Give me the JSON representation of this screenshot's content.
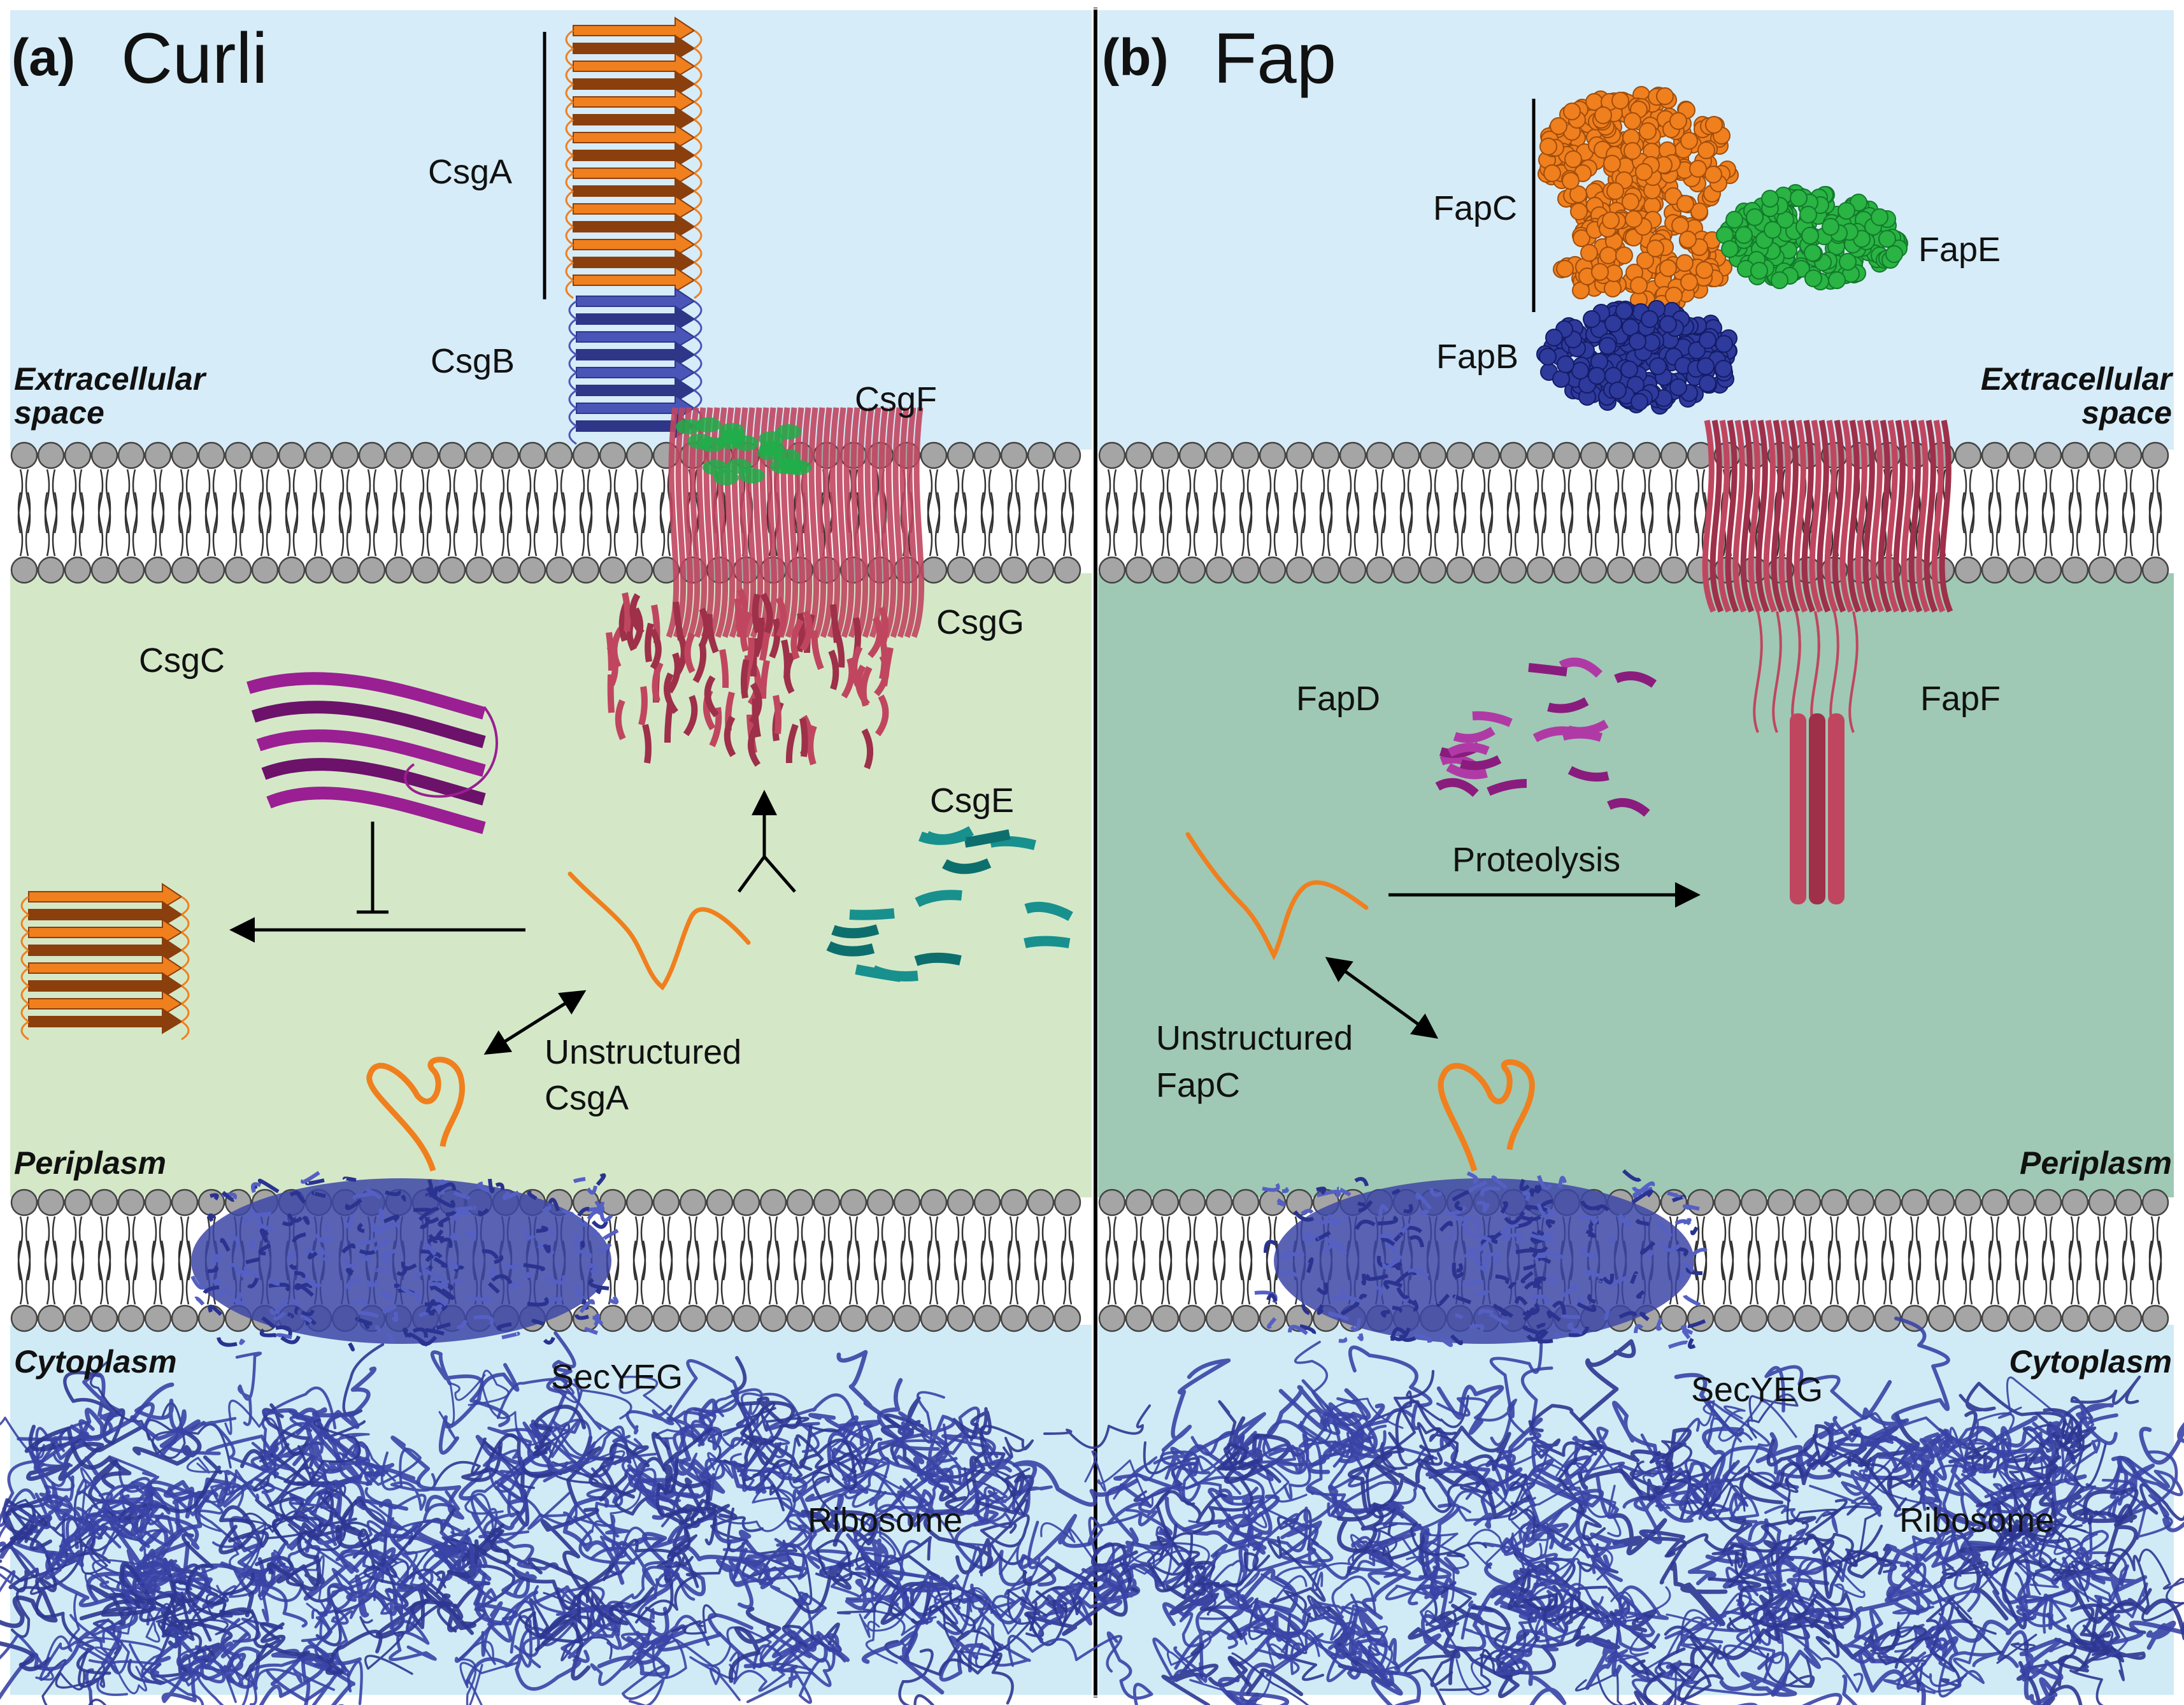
{
  "panels": [
    {
      "letter": "(a)",
      "name": "Curli",
      "regions": {
        "extracellular_line1": "Extracellular",
        "extracellular_line2": "space",
        "periplasm": "Periplasm",
        "cytoplasm": "Cytoplasm"
      },
      "labels": {
        "csga": "CsgA",
        "csgb": "CsgB",
        "csgf": "CsgF",
        "csgg": "CsgG",
        "csgc": "CsgC",
        "csge": "CsgE",
        "unstructured_line1": "Unstructured",
        "unstructured_line2": "CsgA",
        "secyeg": "SecYEG",
        "ribosome": "Ribosome"
      }
    },
    {
      "letter": "(b)",
      "name": "Fap",
      "regions": {
        "extracellular_line1": "Extracellular",
        "extracellular_line2": "space",
        "periplasm": "Periplasm",
        "cytoplasm": "Cytoplasm"
      },
      "labels": {
        "fapc": "FapC",
        "fape": "FapE",
        "fapb": "FapB",
        "fapd": "FapD",
        "fapf": "FapF",
        "proteolysis": "Proteolysis",
        "unstructured_line1": "Unstructured",
        "unstructured_line2": "FapC",
        "secyeg": "SecYEG",
        "ribosome": "Ribosome"
      }
    }
  ],
  "colors": {
    "extracellular_bg": "#d6ecf8",
    "periplasm_curli": "#d4e8c8",
    "periplasm_fap": "#9fc9b4",
    "cytoplasm_bg": "#d0ebf6",
    "lipid_head": "#a5a5a5",
    "amyloid_orange": "#f07f1e",
    "nucleator_blue": "#4a55b8",
    "pore_red": "#c0465f",
    "chaperone_purple": "#9a1f92",
    "csge_teal": "#18908e",
    "csgf_green": "#1fae4a",
    "fape_green": "#29b443",
    "ribosome_blue": "#3a44a6"
  }
}
